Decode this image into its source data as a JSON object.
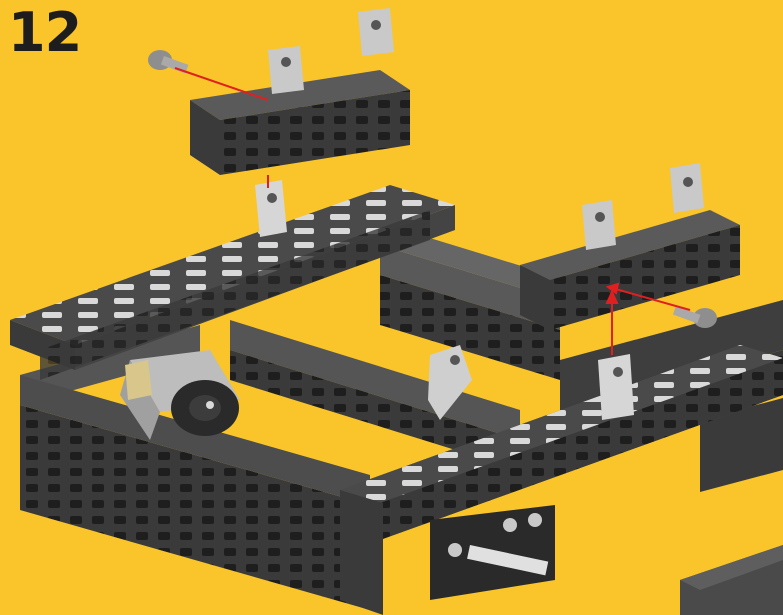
{
  "instruction_step": {
    "number": "12"
  },
  "palette": {
    "background": "#f9c52a",
    "beam_top": "#5a5a5a",
    "beam_side": "#3e3e3e",
    "beam_dark": "#2a2a2a",
    "slot": "#d9d9d9",
    "bracket": "#c9c9c9",
    "screw": "#a9a9a9",
    "motor_body": "#bdbdbd",
    "motor_cap": "#d8c68a",
    "arrow": "#e02020"
  },
  "components": {
    "beams": [
      "top-beam",
      "left-beam",
      "rear-beam",
      "right-beam",
      "front-beam",
      "side-beam",
      "corner-beam"
    ],
    "screws": [
      "screw-top",
      "screw-right"
    ],
    "brackets": [
      "bracket-top-left",
      "bracket-top-right",
      "bracket-mid",
      "bracket-right-a",
      "bracket-right-b",
      "bracket-center"
    ],
    "motor": "motor",
    "arrows": [
      "arrow-screw-top",
      "arrow-beam-down",
      "arrow-screw-right",
      "arrow-bracket-up"
    ]
  }
}
